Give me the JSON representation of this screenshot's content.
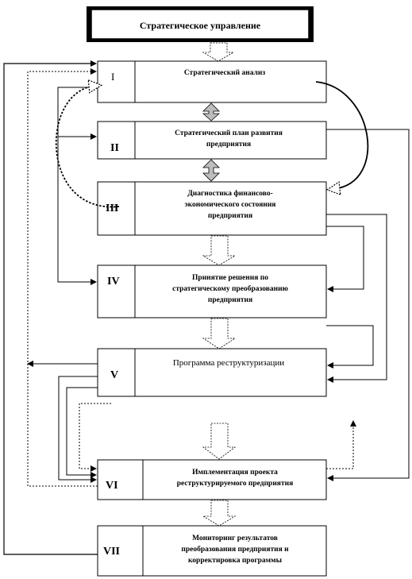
{
  "title": "Стратегическое управление",
  "stages": [
    {
      "numeral": "I",
      "lines": [
        "Стратегический  анализ"
      ]
    },
    {
      "numeral": "II",
      "lines": [
        "Стратегический  план  развития",
        "предприятия"
      ]
    },
    {
      "numeral": "III",
      "lines": [
        "Диагностика  финансово-",
        "экономического  состояния",
        "предприятия"
      ]
    },
    {
      "numeral": "IV",
      "lines": [
        "Принятие  решения  по",
        "стратегическому  преобразованию",
        "предприятия"
      ]
    },
    {
      "numeral": "V",
      "lines": [
        "Программа реструктуризации"
      ]
    },
    {
      "numeral": "VI",
      "lines": [
        "Имплементация  проекта",
        "реструктурируемого  предприятия"
      ]
    },
    {
      "numeral": "VII",
      "lines": [
        "Мониторинг  результатов",
        "преобразования  предприятия  и",
        "корректировка  программы"
      ]
    }
  ],
  "colors": {
    "line": "#000000",
    "arrow_fill": "#ffffff",
    "double_arrow_fill": "#bdbdbd"
  }
}
